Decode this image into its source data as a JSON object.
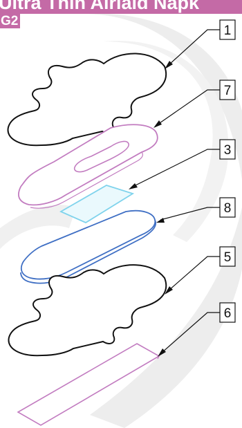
{
  "header": {
    "title": "Ultra Thin Airlaid Napk",
    "code": "G2"
  },
  "callouts": [
    "1",
    "7",
    "3",
    "8",
    "5",
    "6"
  ],
  "colors": {
    "brand": "#c46aa6",
    "outline_black": "#111111",
    "layer_purple": "#c27cc0",
    "layer_cyan": "#7fd3ec",
    "layer_blue": "#3f6fc4",
    "background_swoosh": "#ececec"
  }
}
